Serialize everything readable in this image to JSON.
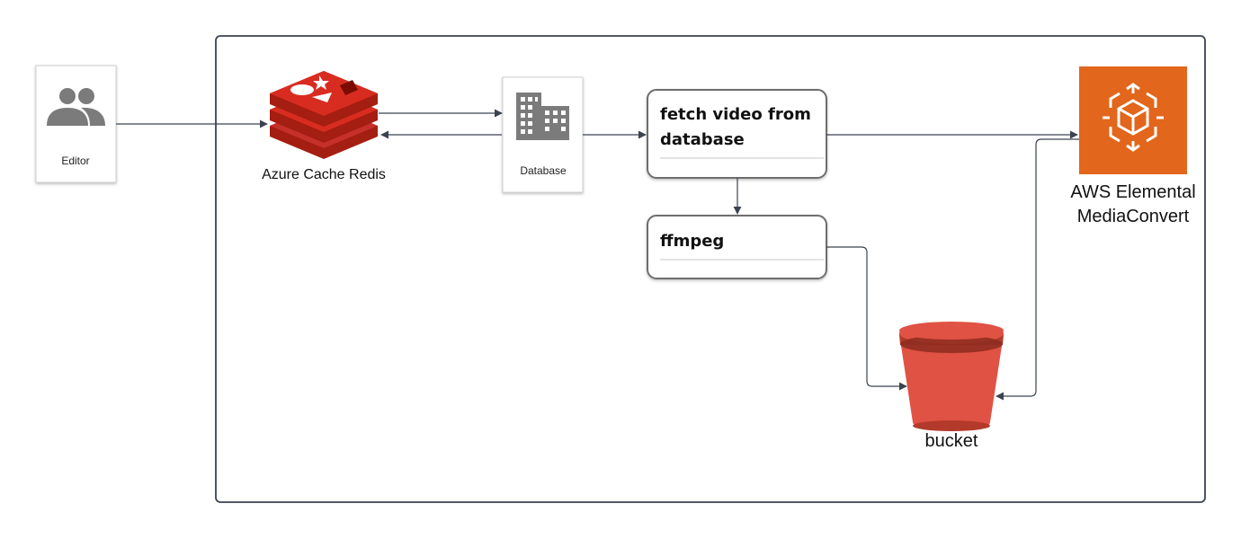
{
  "nodes": {
    "editor": {
      "label": "Editor",
      "icon": "users-icon"
    },
    "redis": {
      "label": "Azure Cache Redis",
      "icon": "redis-logo-icon",
      "color": "#c6302b"
    },
    "database": {
      "label": "Database",
      "icon": "building-icon"
    },
    "fetch": {
      "line1": "fetch video from",
      "line2": "database"
    },
    "ffmpeg": {
      "label": "ffmpeg"
    },
    "mediaconvert": {
      "line1": "AWS Elemental",
      "line2": "MediaConvert",
      "icon": "mediaconvert-icon",
      "color": "#e2661b"
    },
    "bucket": {
      "label": "bucket",
      "icon": "bucket-icon",
      "color": "#e05243"
    }
  },
  "colors": {
    "connector": "#3b4350",
    "container_border": "#3b4350",
    "icon_gray": "#7b7b7b"
  }
}
